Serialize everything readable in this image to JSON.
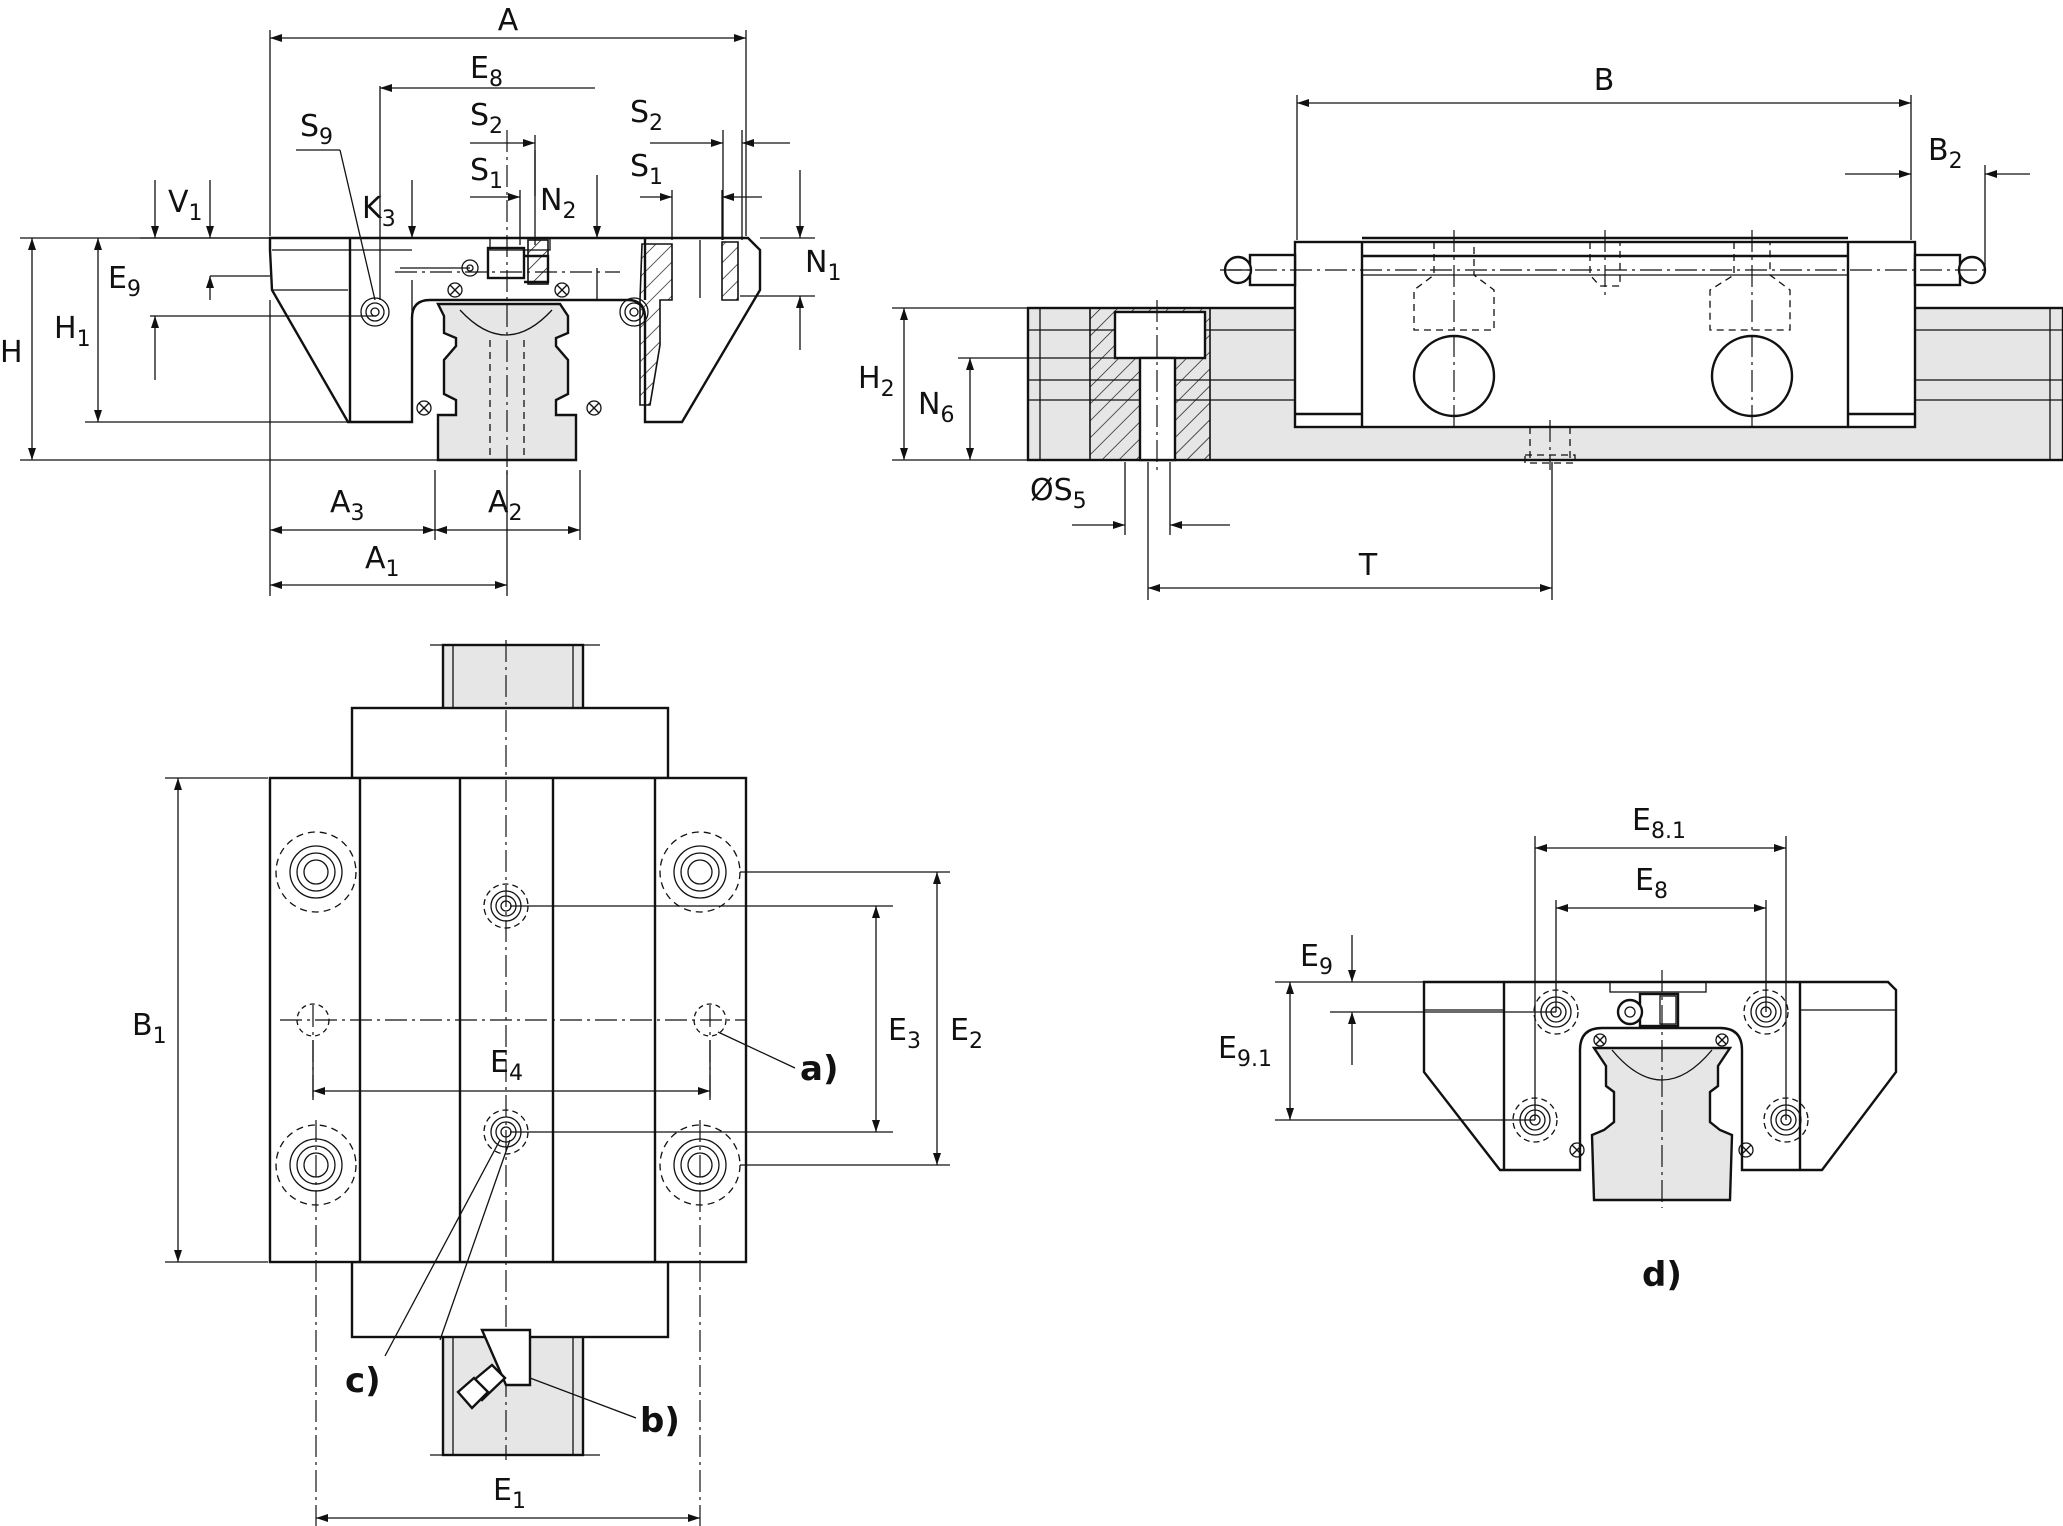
{
  "views": {
    "end_view": {
      "labels": {
        "A": "A",
        "E8": "E",
        "E8_sub": "8",
        "S2": "S",
        "S2_sub": "2",
        "S2b": "S",
        "S2b_sub": "2",
        "S1": "S",
        "S1_sub": "1",
        "S1b": "S",
        "S1b_sub": "1",
        "S9": "S",
        "S9_sub": "9",
        "K3": "K",
        "K3_sub": "3",
        "V1": "V",
        "V1_sub": "1",
        "N2": "N",
        "N2_sub": "2",
        "N1": "N",
        "N1_sub": "1",
        "E9": "E",
        "E9_sub": "9",
        "H": "H",
        "H1": "H",
        "H1_sub": "1",
        "A3": "A",
        "A3_sub": "3",
        "A2": "A",
        "A2_sub": "2",
        "A1": "A",
        "A1_sub": "1"
      }
    },
    "side_view": {
      "labels": {
        "B": "B",
        "B2": "B",
        "B2_sub": "2",
        "H2": "H",
        "H2_sub": "2",
        "N6": "N",
        "N6_sub": "6",
        "S5": "ØS",
        "S5_sub": "5",
        "T": "T"
      }
    },
    "top_view": {
      "labels": {
        "B1": "B",
        "B1_sub": "1",
        "E3": "E",
        "E3_sub": "3",
        "E2": "E",
        "E2_sub": "2",
        "E4": "E",
        "E4_sub": "4",
        "E1": "E",
        "E1_sub": "1"
      },
      "callouts": {
        "a": "a)",
        "b": "b)",
        "c": "c)"
      }
    },
    "detail_d": {
      "labels": {
        "E81": "E",
        "E81_sub": "8.1",
        "E8": "E",
        "E8_sub": "8",
        "E9": "E",
        "E9_sub": "9",
        "E91": "E",
        "E91_sub": "9.1"
      },
      "callout": "d)"
    }
  }
}
